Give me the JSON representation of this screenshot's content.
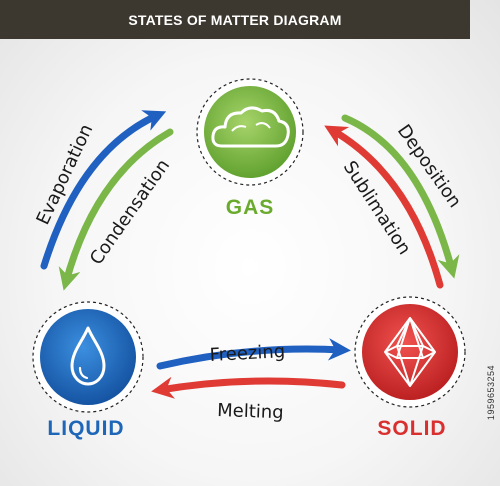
{
  "header": {
    "title": "STATES OF MATTER DIAGRAM"
  },
  "states": {
    "gas": {
      "label": "GAS",
      "color": "#7db83f",
      "icon": "cloud-icon"
    },
    "liquid": {
      "label": "LIQUID",
      "color": "#1e66b8",
      "icon": "water-drop-icon"
    },
    "solid": {
      "label": "SOLID",
      "color": "#d92f2f",
      "icon": "crystal-icon"
    }
  },
  "transitions": {
    "evaporation": "Evaporation",
    "condensation": "Condensation",
    "deposition": "Deposition",
    "sublimation": "Sublimation",
    "freezing": "Freezing",
    "melting": "Melting"
  },
  "side_code": "1959653254",
  "colors": {
    "blue": "#2060c0",
    "green": "#7ab648",
    "red": "#e03a34",
    "title_bg": "#3d382f"
  }
}
